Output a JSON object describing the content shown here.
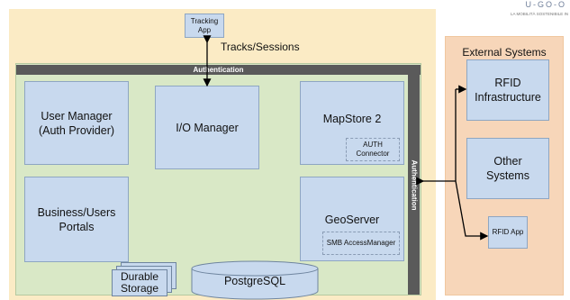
{
  "logo": {
    "line1": "U-GO-O",
    "line2": "LA MOBILITÀ SOSTENIBILE IN"
  },
  "top": {
    "tracking_app": "Tracking App",
    "tracks_sessions": "Tracks/Sessions"
  },
  "platform": {
    "auth_bar": "Authentication",
    "auth_side": "Authentication",
    "user_manager": "User Manager (Auth Provider)",
    "io_manager": "I/O Manager",
    "mapstore": "MapStore 2",
    "auth_connector": "AUTH Connector",
    "business_portals": "Business/Users Portals",
    "geoserver": "GeoServer",
    "smb_accessmanager": "SMB AccessManager",
    "durable_storage": "Durable Storage",
    "postgresql": "PostgreSQL"
  },
  "external": {
    "title": "External Systems",
    "rfid_infrastructure": "RFID Infrastructure",
    "other_systems": "Other Systems",
    "rfid_app": "RFID App"
  },
  "colors": {
    "outer_bg": "#fbebc5",
    "platform_bg": "#d9e8c6",
    "external_bg": "#f7d6b9",
    "box_fill": "#c8d9ee",
    "auth_bar": "#5a5a5a"
  }
}
